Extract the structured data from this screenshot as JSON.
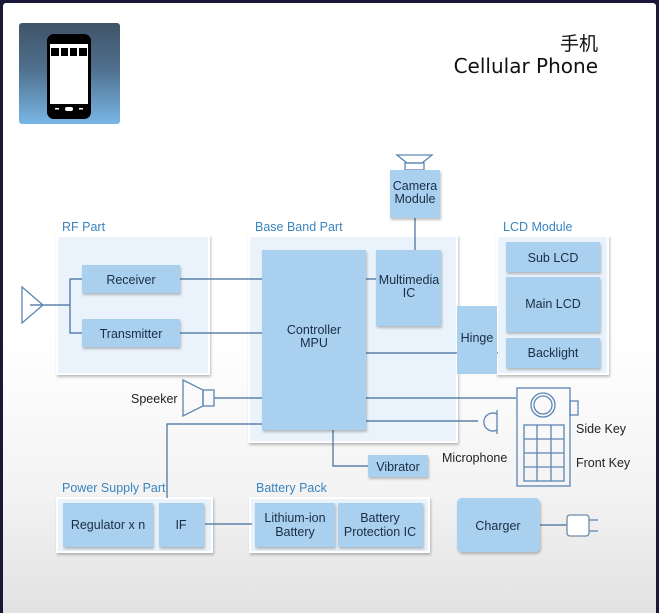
{
  "header": {
    "icon": "smartphone-icon",
    "title_cn": "手机",
    "title_en": "Cellular Phone"
  },
  "colors": {
    "group_label": "#3a85c0",
    "block_fill": "#a9d0ef",
    "group_fill": "#eaf3fb",
    "line": "#3f6d9c",
    "icon_gradient_top": "#3f5468",
    "icon_gradient_bottom": "#78b6e6"
  },
  "groups": {
    "rf": {
      "label": "RF Part",
      "blocks": {
        "receiver": "Receiver",
        "transmitter": "Transmitter"
      }
    },
    "baseband": {
      "label": "Base Band Part",
      "blocks": {
        "controller_line1": "Controller",
        "controller_line2": "MPU",
        "multimedia_line1": "Multimedia",
        "multimedia_line2": "IC"
      }
    },
    "lcd": {
      "label": "LCD Module",
      "blocks": {
        "sub_lcd": "Sub LCD",
        "main_lcd": "Main LCD",
        "backlight": "Backlight"
      }
    },
    "power": {
      "label": "Power Supply Part",
      "blocks": {
        "regulator": "Regulator x n",
        "if": "IF"
      }
    },
    "battery": {
      "label": "Battery Pack",
      "blocks": {
        "lithium_line1": "Lithium-ion",
        "lithium_line2": "Battery",
        "protection_line1": "Battery",
        "protection_line2": "Protection IC"
      }
    }
  },
  "standalone": {
    "camera_line1": "Camera",
    "camera_line2": "Module",
    "hinge": "Hinge",
    "vibrator": "Vibrator",
    "charger": "Charger"
  },
  "peripherals": {
    "speaker": "Speeker",
    "microphone": "Microphone",
    "side_key": "Side Key",
    "front_key": "Front Key"
  },
  "icons": [
    "antenna-icon",
    "speaker-icon",
    "microphone-icon",
    "keypad-phone-icon",
    "camera-lens-icon",
    "power-plug-icon"
  ]
}
